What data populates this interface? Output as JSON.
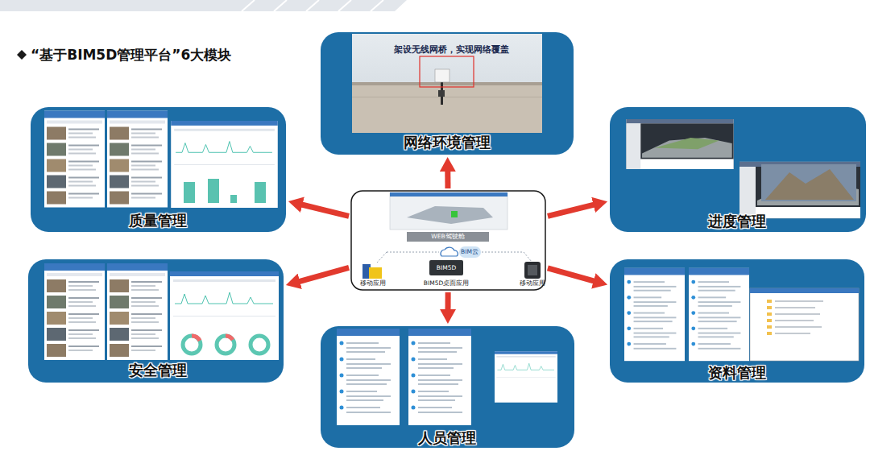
{
  "diagram": {
    "title": "“基于BIM5D管理平台”6大模块",
    "nodes": [
      {
        "text": [
          "WEB驾驶舱",
          "BIM云",
          "BIM5D",
          "BIM5D桌面应用",
          "移动应用",
          "移动应用"
        ]
      },
      {
        "text": [
          "架设无线网桥，实现网络覆盖",
          "网络环境管理"
        ]
      },
      {
        "text": [
          "进度管理"
        ]
      },
      {
        "text": [
          "资料管理"
        ]
      },
      {
        "text": [
          "人员管理"
        ]
      },
      {
        "text": [
          "安全管理"
        ]
      },
      {
        "text": [
          "质量管理"
        ]
      }
    ],
    "edges": [
      {
        "from": 0,
        "to": 1,
        "arrow": "to"
      },
      {
        "from": 0,
        "to": 2,
        "arrow": "to"
      },
      {
        "from": 0,
        "to": 3,
        "arrow": "to"
      },
      {
        "from": 0,
        "to": 4,
        "arrow": "to"
      },
      {
        "from": 0,
        "to": 5,
        "arrow": "to"
      },
      {
        "from": 0,
        "to": 6,
        "arrow": "to"
      }
    ]
  }
}
